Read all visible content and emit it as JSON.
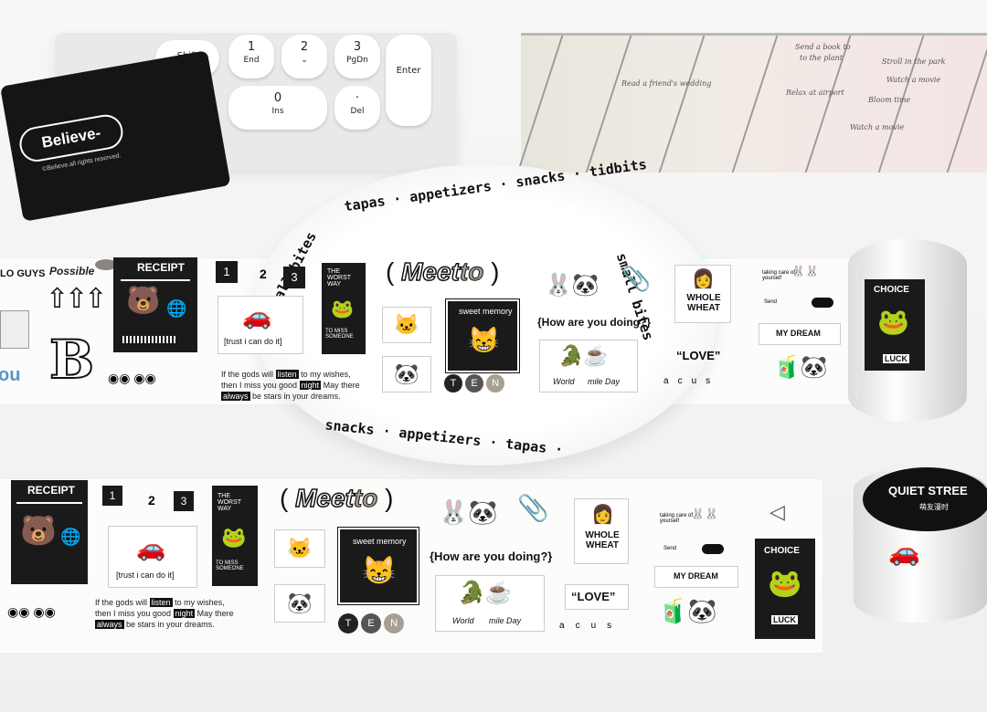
{
  "keyboard": {
    "keys": [
      {
        "top": "Shift",
        "bottom": ""
      },
      {
        "top": "1",
        "bottom": "End"
      },
      {
        "top": "2",
        "bottom": "⌄"
      },
      {
        "top": "3",
        "bottom": "PgDn"
      },
      {
        "top": "Enter",
        "bottom": ""
      },
      {
        "top": "^",
        "bottom": ""
      },
      {
        "top": "0",
        "bottom": "Ins"
      },
      {
        "top": "·",
        "bottom": "Del"
      }
    ]
  },
  "clip": {
    "brand": "Believe-",
    "fine_print": "©Believe.all rights reserved."
  },
  "basket_notes": [
    "Send a book to",
    "to the plant",
    "Stroll in the park",
    "Watch a movie",
    "Bloom time",
    "Relax at airport",
    "Read a friend's wedding",
    "Watch a movie"
  ],
  "tray_text": {
    "top": "tapas · appetizers · snacks · tidbits",
    "left": "small bites",
    "right": "small bites",
    "bottom": "snacks · appetizers · tapas ·"
  },
  "tape": {
    "hello_guys": "LO GUYS",
    "possible": "Possible",
    "receipt": "RECEIPT",
    "n1": "1",
    "n2": "2",
    "n3": "3",
    "worst_way_top": "THE WORST WAY",
    "worst_way_bottom": "TO MISS SOMEONE",
    "trust": "[trust i can do it]",
    "gods_line1": "If the gods will",
    "listen": "listen",
    "gods_line1b": "to my wishes,",
    "gods_line2": "then I miss you good",
    "night": "night",
    "gods_line2b": "May there",
    "always": "always",
    "gods_line3": "be stars in your dreams.",
    "meet": "Meet",
    "to": "to",
    "sweet_memory": "sweet memory",
    "how_are_you": "{How are you doing?}",
    "whole_wheat": "WHOLE WHEAT",
    "love": "“LOVE”",
    "world": "World",
    "smile_day": "mile Day",
    "taking_care": "taking care of yourself",
    "send": "Send",
    "my_dream": "MY DREAM",
    "choice": "CHOICE",
    "luck": "LUCK",
    "ten": [
      "T",
      "E",
      "N"
    ],
    "acus": [
      "a",
      "c",
      "u",
      "s"
    ],
    "you": "ou",
    "b_letter": "B"
  },
  "roll_label": {
    "title": "QUIET STREE",
    "sub": "萌友漫时"
  }
}
